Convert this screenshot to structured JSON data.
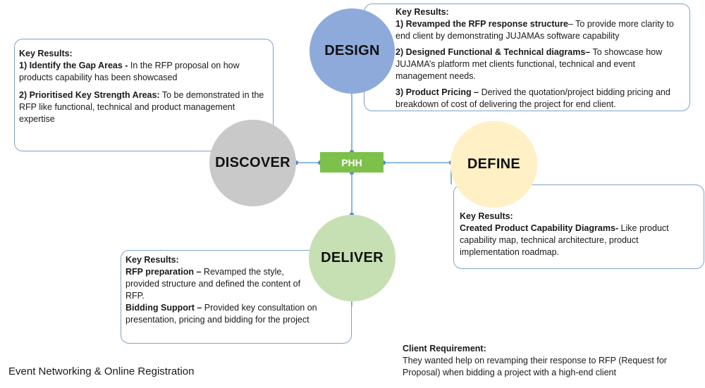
{
  "colors": {
    "design": "#8eaadb",
    "discover": "#c9c9c9",
    "define": "#fff0c6",
    "deliver": "#c6e0b4",
    "center": "#7dc04b",
    "box_border": "#7fa3c8",
    "connector": "#4f8fc9"
  },
  "center_label": "PHH",
  "phases": {
    "design": "DESIGN",
    "discover": "DISCOVER",
    "define": "DEFINE",
    "deliver": "DELIVER"
  },
  "discover_box": {
    "heading": "Key Results:",
    "item1_title": "1) Identify the Gap Areas -",
    "item1_text": " In the RFP proposal on how products capability has been showcased",
    "item2_title": "2) Prioritised Key Strength Areas:",
    "item2_text": " To be demonstrated in the RFP like functional, technical and product management expertise"
  },
  "design_box": {
    "heading": "Key Results:",
    "item1_title": "1) Revamped the RFP response structure",
    "item1_text": "– To provide more clarity to end client by demonstrating JUJAMAs software capability",
    "item2_title": "2) Designed Functional & Technical diagrams–",
    "item2_text": " To showcase how JUJAMA’s platform met clients functional, technical and event management needs.",
    "item3_title": "3) Product Pricing –",
    "item3_text": " Derived the quotation/project bidding pricing and breakdown of cost of delivering the project for end client."
  },
  "define_box": {
    "heading": "Key Results:",
    "item1_title": "Created Product Capability Diagrams-",
    "item1_text": " Like product capability map, technical architecture, product implementation roadmap."
  },
  "deliver_box": {
    "heading": "Key Results:",
    "item1_title": "RFP preparation –",
    "item1_text": " Revamped the style, provided structure and defined the content of RFP.",
    "item2_title": "Bidding Support –",
    "item2_text": " Provided key consultation on presentation, pricing and bidding for the project"
  },
  "client_requirement": {
    "heading": "Client Requirement:",
    "text": "They wanted help on revamping their response to RFP (Request for Proposal) when bidding a project with a high-end client"
  },
  "caption": "Event Networking & Online Registration"
}
